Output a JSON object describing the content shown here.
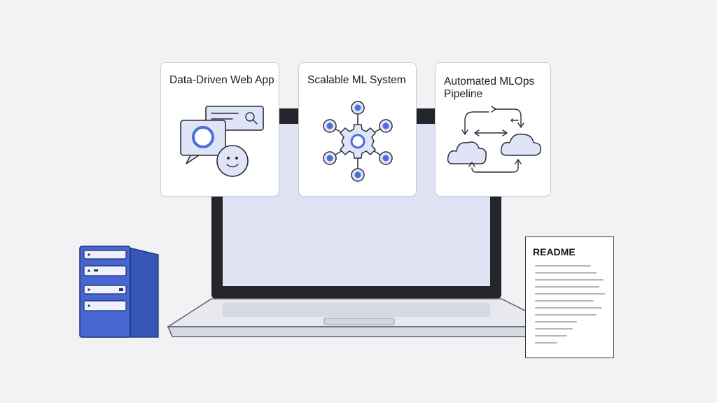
{
  "cards": [
    {
      "title": "Data-Driven Web App",
      "icon": "chat-search-icon"
    },
    {
      "title": "Scalable ML System",
      "icon": "gear-network-icon"
    },
    {
      "title": "Automated MLOps Pipeline",
      "icon": "cloud-cycle-icon"
    }
  ],
  "readme": {
    "title": "README"
  },
  "colors": {
    "accent": "#4a6fd8",
    "icon_fill": "#dfe5f7",
    "screen": "#dfe3f4",
    "bezel": "#23252b",
    "laptop_base": "#e8e9ef",
    "server": "#4766d1"
  }
}
